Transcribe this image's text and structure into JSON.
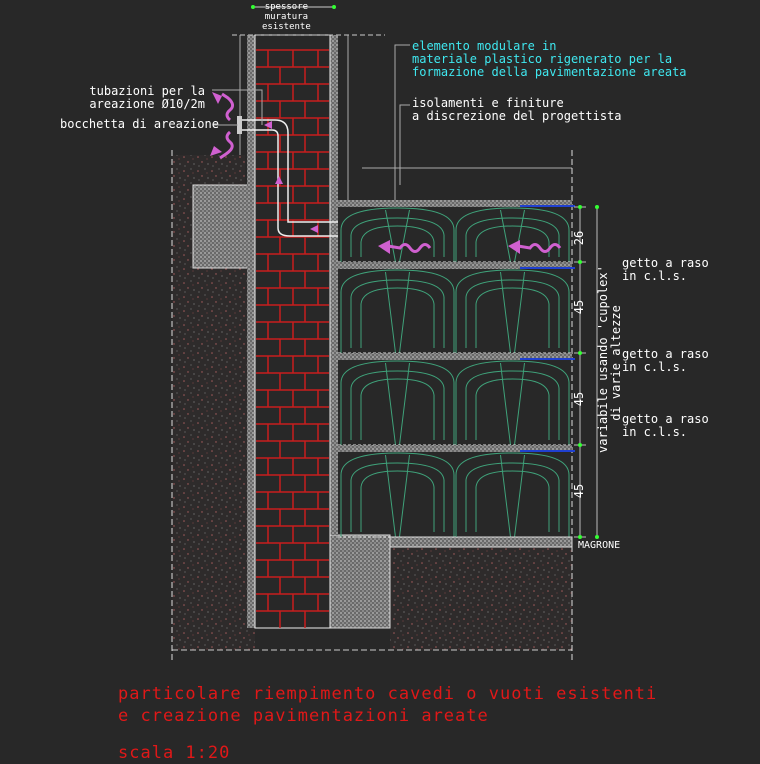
{
  "labels": {
    "wall_thickness": [
      "spessore",
      "muratura",
      "esistente"
    ],
    "modular_element": [
      "elemento modulare in",
      "materiale plastico rigenerato per la",
      "formazione della pavimentazione areata"
    ],
    "insulation": [
      "isolamenti e finiture",
      "a discrezione del progettista"
    ],
    "pipes": [
      "tubazioni per la",
      "areazione Ø10/2m"
    ],
    "vent": "bocchetta di areazione",
    "casting": [
      "getto a raso",
      "in c.l.s."
    ],
    "variable": [
      "variabile usando 'cupolex'",
      "di varie altezze"
    ],
    "lean_concrete": "MAGRONE"
  },
  "dimensions": [
    "26",
    "45",
    "45",
    "45"
  ],
  "title": [
    "particolare riempimento cavedi o vuoti esistenti",
    "e creazione pavimentazioni areate"
  ],
  "scale": "scala 1:20",
  "colors": {
    "background": "#282828",
    "brick": "#c81e1e",
    "cupolex": "#3fa27a",
    "accent": "#d060d0",
    "title": "#e01818",
    "annotation": "#3fe8f0"
  }
}
